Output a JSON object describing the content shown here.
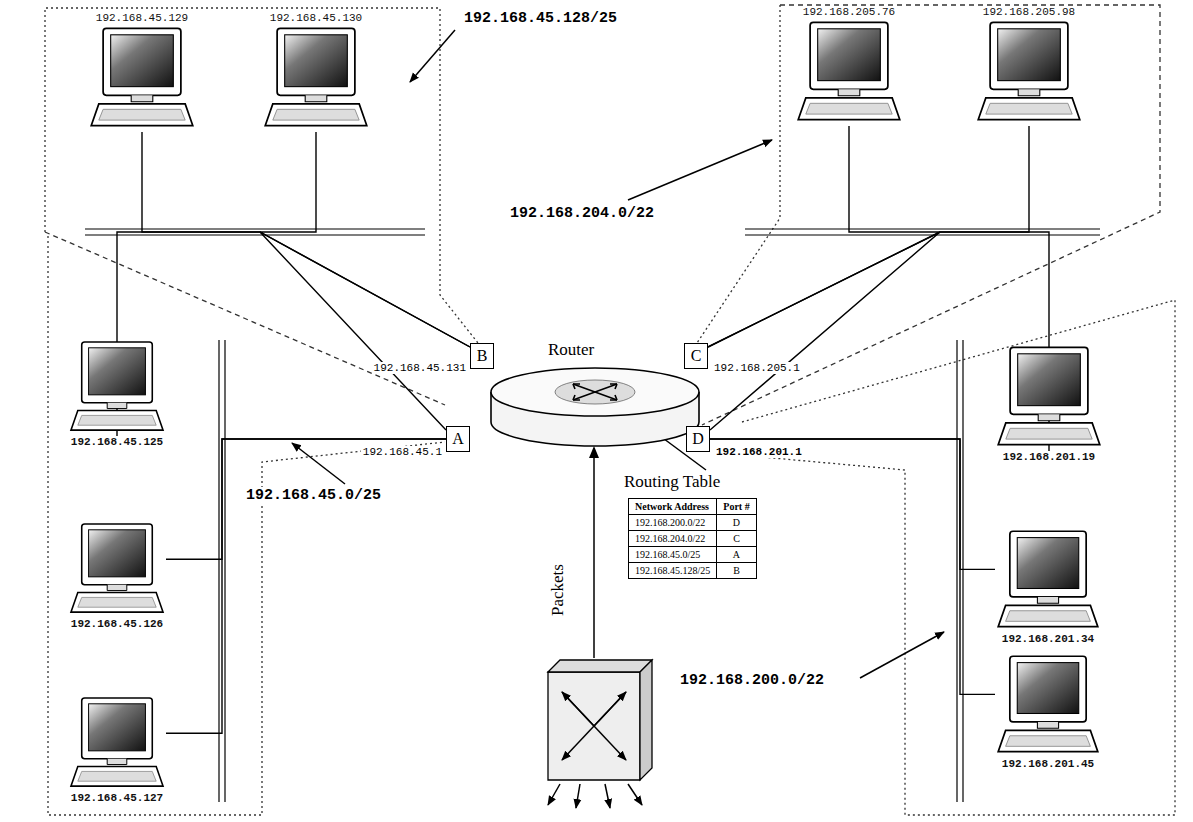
{
  "diagram": {
    "nodes": [
      {
        "text": [
          "192.168.45.129"
        ]
      },
      {
        "text": [
          "192.168.45.130"
        ]
      },
      {
        "text": [
          "192.168.205.76"
        ]
      },
      {
        "text": [
          "192.168.205.98"
        ]
      },
      {
        "text": [
          "B"
        ]
      },
      {
        "text": [
          "Router"
        ]
      },
      {
        "text": [
          "C"
        ]
      },
      {
        "text": [
          "A"
        ]
      },
      {
        "text": [
          "D"
        ]
      },
      {
        "text": [
          "192.168.45.125"
        ]
      },
      {
        "text": [
          "192.168.201.19"
        ]
      },
      {
        "text": [
          "192.168.45.126"
        ]
      },
      {
        "text": [
          "192.168.201.34"
        ]
      },
      {
        "text": [
          "192.168.45.127"
        ]
      },
      {
        "text": [
          "192.168.201.45"
        ]
      }
    ],
    "edges": [
      {
        "from": 4,
        "to": 0,
        "arrow": "none"
      },
      {
        "from": 4,
        "to": 1,
        "arrow": "none"
      },
      {
        "from": 6,
        "to": 2,
        "arrow": "none"
      },
      {
        "from": 6,
        "to": 3,
        "arrow": "none"
      },
      {
        "from": 7,
        "to": 9,
        "arrow": "none"
      },
      {
        "from": 7,
        "to": 11,
        "arrow": "none"
      },
      {
        "from": 7,
        "to": 13,
        "arrow": "none"
      },
      {
        "from": 8,
        "to": 10,
        "arrow": "none"
      },
      {
        "from": 8,
        "to": 12,
        "arrow": "none"
      },
      {
        "from": 8,
        "to": 14,
        "arrow": "none"
      }
    ],
    "labels": [
      "192.168.45.128/25",
      "192.168.204.0/22",
      "192.168.45.131",
      "192.168.205.1",
      "192.168.45.1",
      "192.168.201.1",
      "Routing Table",
      "Network Address",
      "Port #",
      "192.168.200.0/22",
      "D",
      "192.168.204.0/22",
      "C",
      "192.168.45.0/25",
      "A",
      "192.168.45.128/25",
      "B",
      "Packets",
      "192.168.45.0/25",
      "192.168.200.0/22"
    ]
  }
}
